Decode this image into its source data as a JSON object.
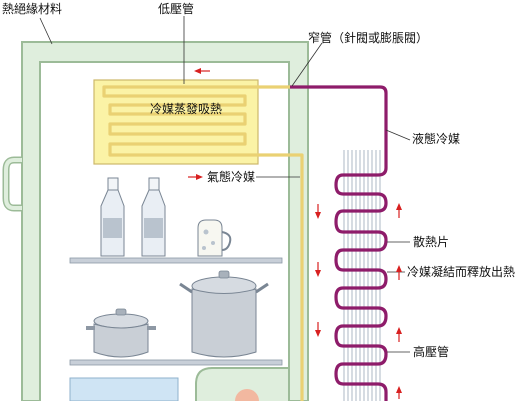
{
  "labels": {
    "insulation": "熱絕緣材料",
    "low_pressure_pipe": "低壓管",
    "capillary": "窄管（針閥或膨脹閥）",
    "evaporator": "冷媒蒸發吸熱",
    "liquid_refrigerant": "液態冷媒",
    "gas_refrigerant": "氣態冷媒",
    "fins": "散熱片",
    "condensing": "冷媒凝結而釋放出熱",
    "high_pressure_pipe": "高壓管"
  },
  "colors": {
    "fridge_wall": "#dfeedd",
    "fridge_wall_stroke": "#9cbb98",
    "evaporator_fill": "#fbf3a6",
    "low_pressure_pipe": "#ead173",
    "high_pressure_pipe": "#8e1c6a",
    "arrow": "#d82020",
    "fins": "#bfc8d2"
  }
}
